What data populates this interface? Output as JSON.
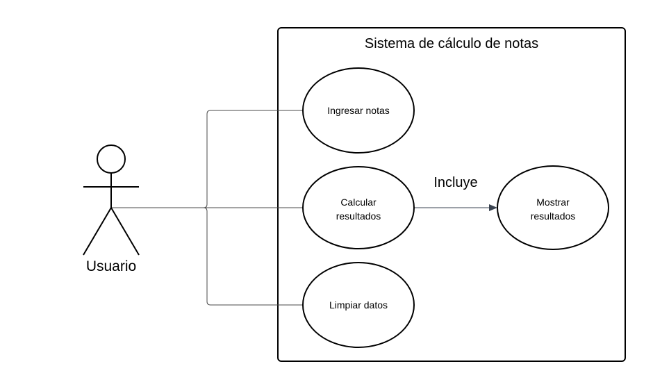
{
  "system": {
    "title": "Sistema de cálculo de notas"
  },
  "actor": {
    "name": "Usuario"
  },
  "use_cases": {
    "ingresar": {
      "label": "Ingresar notas"
    },
    "calcular": {
      "line1": "Calcular",
      "line2": "resultados"
    },
    "limpiar": {
      "label": "Limpiar datos"
    },
    "mostrar": {
      "line1": "Mostrar",
      "line2": "resultados"
    }
  },
  "relations": {
    "include_label": "Incluye"
  },
  "colors": {
    "stroke": "#000000",
    "connector": "#4a4a4a",
    "arrow": "#3a4350"
  }
}
